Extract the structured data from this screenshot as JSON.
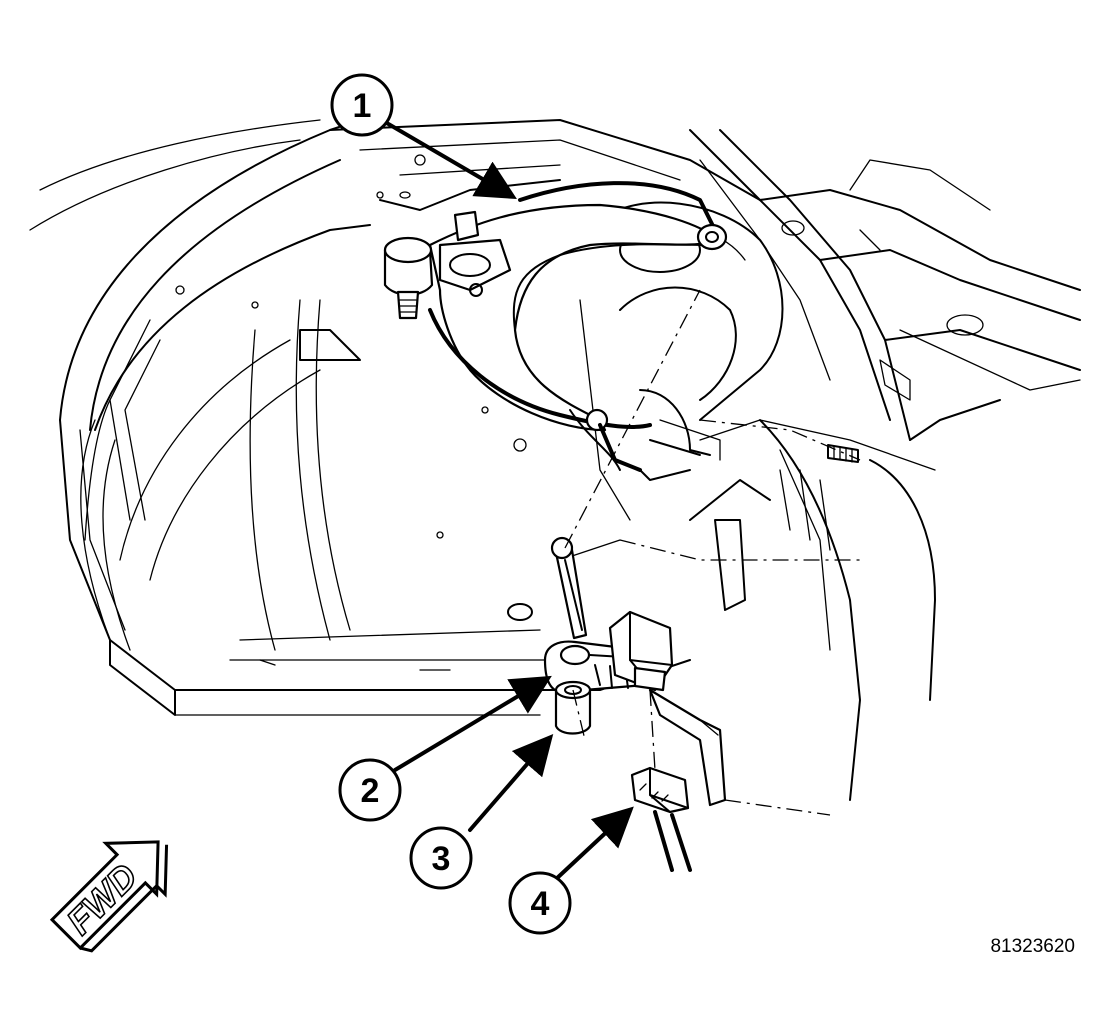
{
  "callouts": [
    {
      "label": "1"
    },
    {
      "label": "2"
    },
    {
      "label": "3"
    },
    {
      "label": "4"
    }
  ],
  "fwd_label": "FWD",
  "figure_code": "81323620"
}
